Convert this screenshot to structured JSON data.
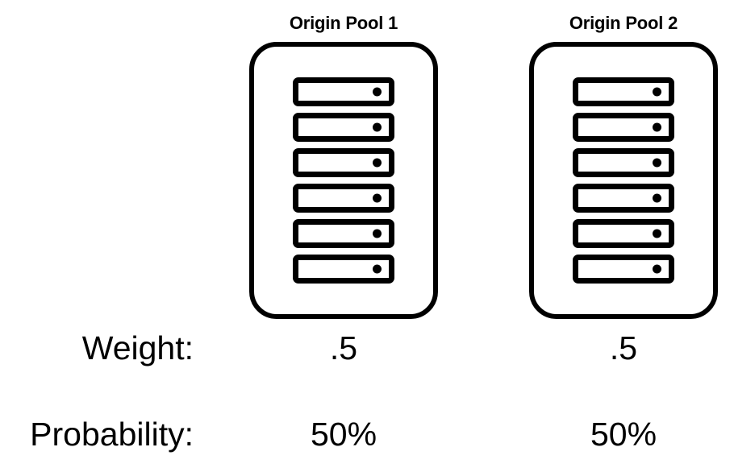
{
  "diagram": {
    "title_row": [
      "Origin Pool 1",
      "Origin Pool 2"
    ],
    "pools": [
      {
        "name": "Origin Pool 1",
        "server_count": 6,
        "weight": ".5",
        "probability": "50%"
      },
      {
        "name": "Origin Pool 2",
        "server_count": 6,
        "weight": ".5",
        "probability": "50%"
      }
    ],
    "rows": [
      {
        "label": "Weight:",
        "values": [
          ".5",
          ".5"
        ]
      },
      {
        "label": "Probability:",
        "values": [
          "50%",
          "50%"
        ]
      }
    ],
    "colors": {
      "stroke": "#000000",
      "background": "#ffffff",
      "led": "#000000"
    }
  }
}
